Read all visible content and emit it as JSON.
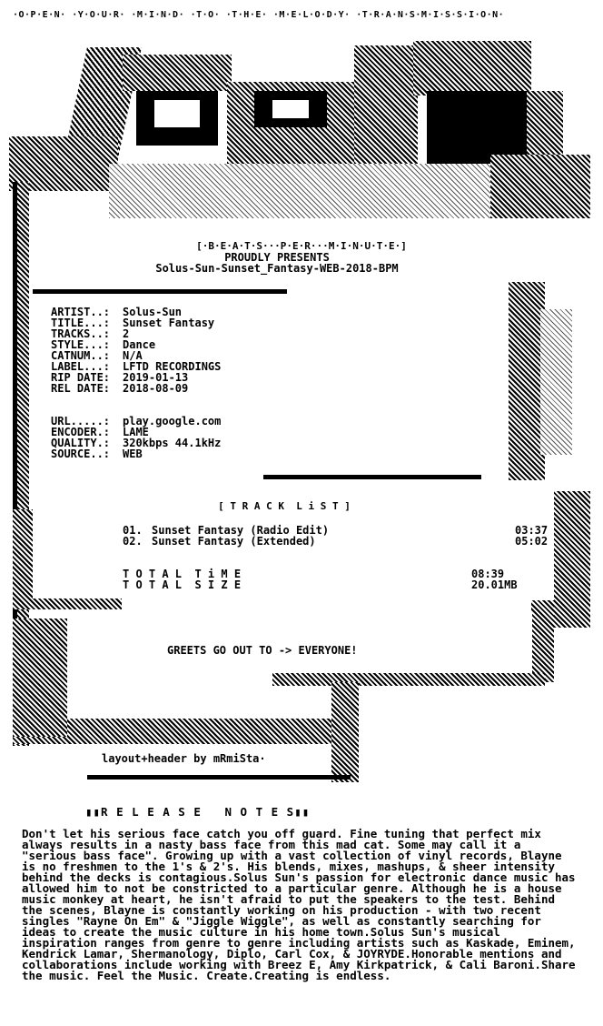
{
  "tagline": "·O·P·E·N· ·Y·O·U·R· ·M·I·N·D· ·T·O· ·T·H·E· ·M·E·L·O·D·Y· ·T·R·A·N·S·M·I·S·S·I·O·N·",
  "header": {
    "group": "[·B·E·A·T·S···P·E·R···M·I·N·U·T·E·]",
    "presents": "PROUDLY PRESENTS",
    "release_name": "Solus-Sun-Sunset_Fantasy-WEB-2018-BPM"
  },
  "info": [
    {
      "label": "ARTIST..:",
      "value": "Solus-Sun"
    },
    {
      "label": "TITLE...:",
      "value": "Sunset Fantasy"
    },
    {
      "label": "TRACKS..:",
      "value": "2"
    },
    {
      "label": "STYLE...:",
      "value": "Dance"
    },
    {
      "label": "CATNUM..:",
      "value": "N/A"
    },
    {
      "label": "LABEL...:",
      "value": "LFTD RECORDINGS"
    },
    {
      "label": "RIP DATE:",
      "value": "2019-01-13"
    },
    {
      "label": "REL DATE:",
      "value": "2018-08-09"
    }
  ],
  "tech": [
    {
      "label": "URL.....:",
      "value": "play.google.com"
    },
    {
      "label": "ENCODER.:",
      "value": "LAME"
    },
    {
      "label": "QUALITY.:",
      "value": "320kbps 44.1kHz"
    },
    {
      "label": "SOURCE..:",
      "value": "WEB"
    }
  ],
  "tracklist": {
    "heading": "[ T R A C K  L i S T ]",
    "tracks": [
      {
        "num": "01.",
        "title": "Sunset Fantasy (Radio Edit)",
        "time": "03:37"
      },
      {
        "num": "02.",
        "title": "Sunset Fantasy (Extended)",
        "time": "05:02"
      }
    ],
    "total_time_label": "T O T A L  T i M E",
    "total_time": "08:39",
    "total_size_label": "T O T A L  S I Z E",
    "total_size": "20.01MB"
  },
  "greets": "GREETS GO OUT TO -> EVERYONE!",
  "credits": "layout+header by mRmiSta·",
  "notes_heading": "▮▮R E L E A S E   N O T E S▮▮",
  "notes": "Don't let his serious face catch you off guard. Fine tuning that perfect mix always results in a nasty bass face from this mad cat. Some may call it a \"serious bass face\". Growing up with a vast collection of vinyl records, Blayne is no freshmen to the 1's & 2's. His blends, mixes, mashups, & sheer intensity behind the decks is contagious.Solus Sun's passion for electronic dance music has allowed him to not be constricted to a particular genre. Although he is a house music monkey at heart, he isn't afraid to put the speakers to the test. Behind the scenes, Blayne is constantly working on his production - with two recent singles \"Rayne On Em\" & \"Jiggle Wiggle\", as well as constantly searching for ideas to create the music culture in his home town.Solus Sun's musical inspiration ranges from genre to genre including artists such as Kaskade, Eminem, Kendrick Lamar, Shermanology, Diplo, Carl Cox, & JOYRYDE.Honorable mentions and collaborations include working with Breez E, Amy Kirkpatrick, & Cali Baroni.Share the music. Feel the Music. Create.Creating is endless."
}
